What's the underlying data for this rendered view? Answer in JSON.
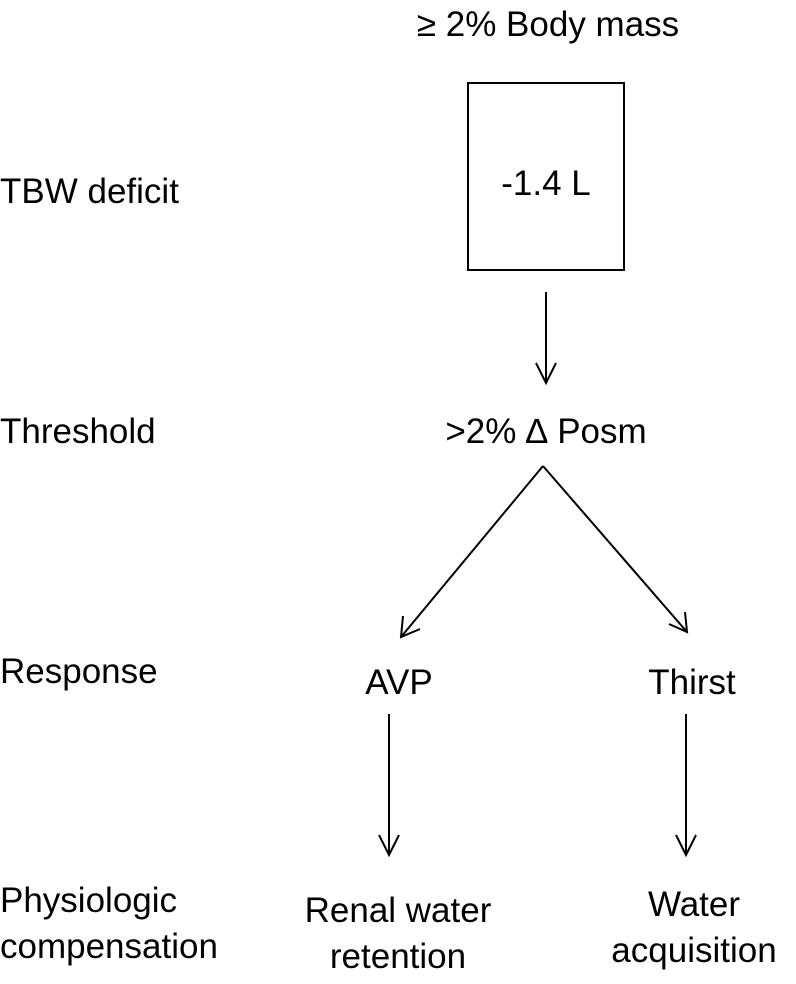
{
  "top_label": "≥ 2% Body mass",
  "rows": {
    "tbw": "TBW deficit",
    "threshold": "Threshold",
    "response": "Response",
    "physiologic_line1": "Physiologic",
    "physiologic_line2": "compensation"
  },
  "nodes": {
    "deficit_value": "-1.4 L",
    "posm": ">2% ∆ Posm",
    "avp": "AVP",
    "thirst": "Thirst",
    "renal_line1": "Renal water",
    "renal_line2": "retention",
    "water_line1": "Water",
    "water_line2": "acquisition"
  }
}
